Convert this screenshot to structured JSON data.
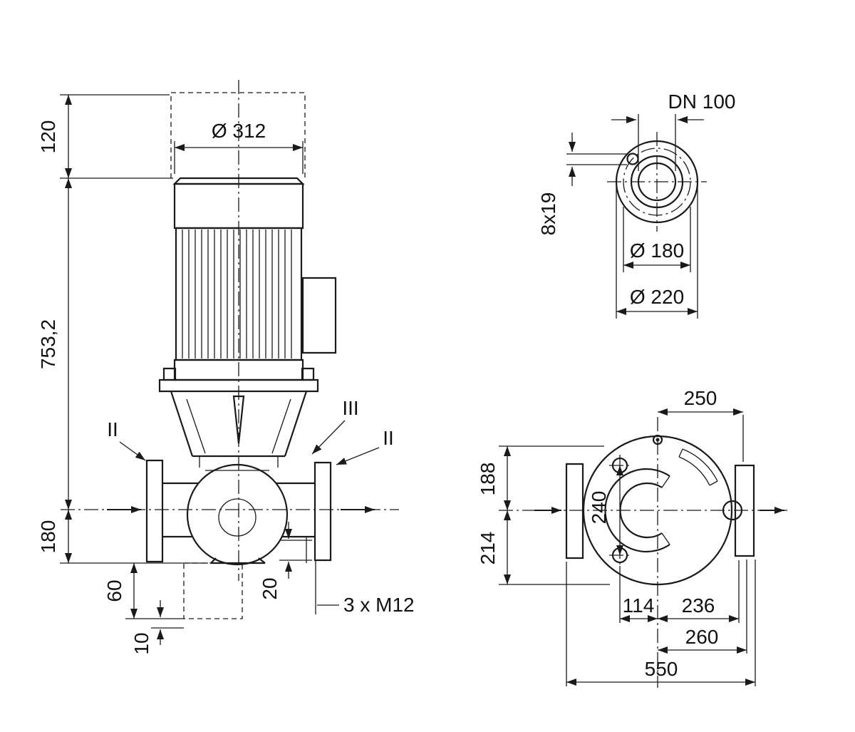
{
  "side_view": {
    "dim_120": "120",
    "dim_753_2": "753,2",
    "dim_180": "180",
    "dim_312": "Ø 312",
    "dim_60": "60",
    "dim_10": "10",
    "dim_20": "20",
    "dim_3xM12": "3 x M12",
    "section_II_left": "II",
    "section_III": "III",
    "section_II_right": "II"
  },
  "flange_view": {
    "dim_dn100": "DN 100",
    "dim_8x19": "8x19",
    "dim_180": "Ø 180",
    "dim_220": "Ø 220"
  },
  "plan_view": {
    "dim_250": "250",
    "dim_188": "188",
    "dim_240": "240",
    "dim_214": "214",
    "dim_114": "114",
    "dim_236": "236",
    "dim_260": "260",
    "dim_550": "550"
  }
}
